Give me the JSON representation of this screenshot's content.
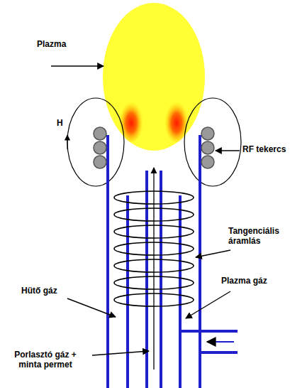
{
  "diagram": {
    "labels": [
      "Plazma",
      "H",
      "RF tekercs",
      "Tangenciális áramlás",
      "Hütő gáz",
      "Plazma gáz",
      "Porlasztó gáz + minta permet"
    ]
  }
}
